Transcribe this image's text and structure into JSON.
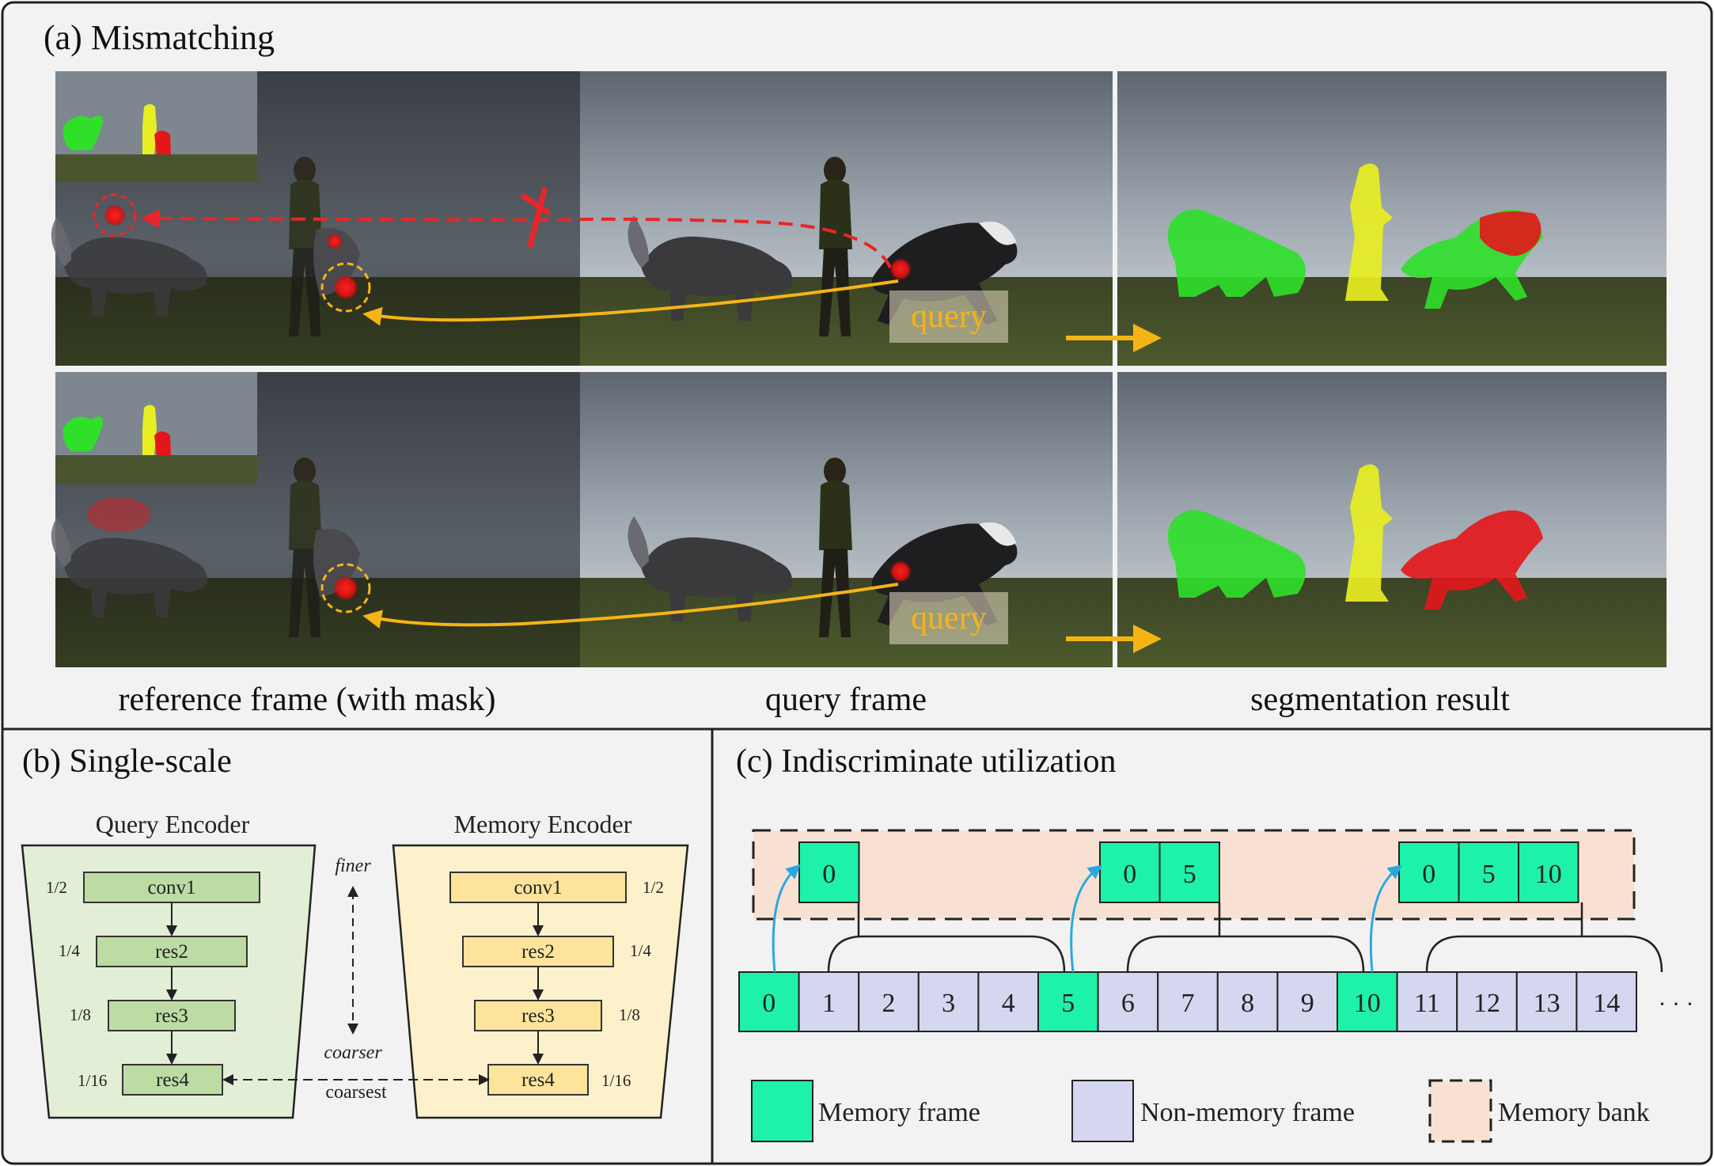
{
  "panel_a": {
    "title": "(a) Mismatching",
    "query_label": "query",
    "captions": {
      "reference": "reference frame (with mask)",
      "query": "query frame",
      "result": "segmentation result"
    }
  },
  "panel_b": {
    "title": "(b)  Single-scale",
    "query_encoder": {
      "title": "Query Encoder",
      "layers": [
        "conv1",
        "res2",
        "res3",
        "res4"
      ],
      "scales": [
        "1/2",
        "1/4",
        "1/8",
        "1/16"
      ]
    },
    "memory_encoder": {
      "title": "Memory Encoder",
      "layers": [
        "conv1",
        "res2",
        "res3",
        "res4"
      ],
      "scales": [
        "1/2",
        "1/4",
        "1/8",
        "1/16"
      ]
    },
    "finer": "finer",
    "coarser": "coarser",
    "coarsest": "coarsest"
  },
  "panel_c": {
    "title": "(c)  Indiscriminate utilization",
    "frames": [
      "0",
      "1",
      "2",
      "3",
      "4",
      "5",
      "6",
      "7",
      "8",
      "9",
      "10",
      "11",
      "12",
      "13",
      "14"
    ],
    "memory_frames": [
      "0",
      "5",
      "10"
    ],
    "banks": [
      [
        "0"
      ],
      [
        "0",
        "5"
      ],
      [
        "0",
        "5",
        "10"
      ]
    ],
    "ellipsis": "· · ·",
    "legend": {
      "memory_frame": "Memory frame",
      "non_memory_frame": "Non-memory frame",
      "memory_bank": "Memory bank"
    }
  },
  "colors": {
    "memory": "#1ef2a8",
    "non_memory": "#d5d6ef",
    "bank_fill": "#f8e1d3",
    "qe_fill": "#e2efd6",
    "qe_layer": "#bcdca4",
    "me_fill": "#fdf1cc",
    "me_layer": "#fde49a",
    "arrow_orange": "#f5b416",
    "arrow_red": "#e8262a",
    "arrow_blue": "#29a8e0",
    "mask_green": "#2ee02a",
    "mask_yellow": "#e8ee22",
    "mask_red": "#e4161b"
  }
}
